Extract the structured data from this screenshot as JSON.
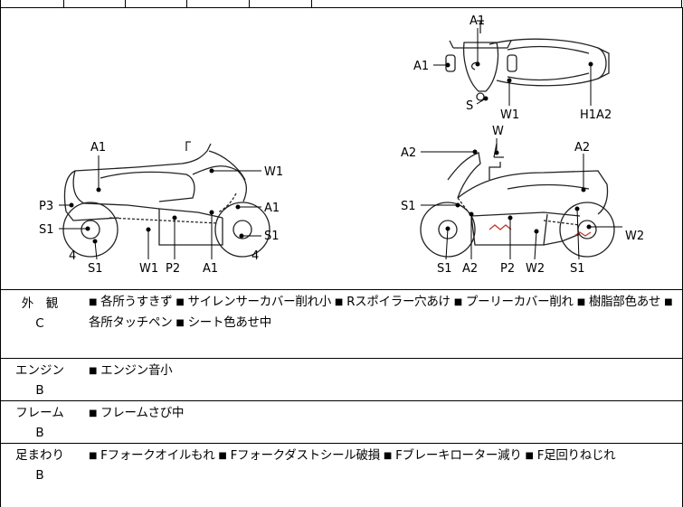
{
  "top_row_fragment": "…",
  "diagram": {
    "top_view_labels": [
      "A1",
      "A1",
      "S",
      "W1",
      "H1A2"
    ],
    "left_view_labels": [
      "A1",
      "W1",
      "P3",
      "A1",
      "S1",
      "S1",
      "4",
      "4",
      "S1",
      "W1",
      "P2",
      "A1"
    ],
    "right_view_labels": [
      "W",
      "A2",
      "A2",
      "S1",
      "W2",
      "S1",
      "A2",
      "P2",
      "W2",
      "S1"
    ]
  },
  "rows": [
    {
      "category": "外　観",
      "grade": "C",
      "items": [
        "各所うすきず",
        "サイレンサーカバー削れ小",
        "Rスポイラー穴あけ",
        "プーリーカバー削れ",
        "樹脂部色あせ",
        "各所タッチペン",
        "シート色あせ中"
      ]
    },
    {
      "category": "エンジン",
      "grade": "B",
      "items": [
        "エンジン音小"
      ]
    },
    {
      "category": "フレーム",
      "grade": "B",
      "items": [
        "フレームさび中"
      ]
    },
    {
      "category": "足まわり",
      "grade": "B",
      "items": [
        "Fフォークオイルもれ",
        "Fフォークダストシール破損",
        "Fブレーキローター減り",
        "F足回りねじれ"
      ]
    }
  ],
  "bullet": "■"
}
